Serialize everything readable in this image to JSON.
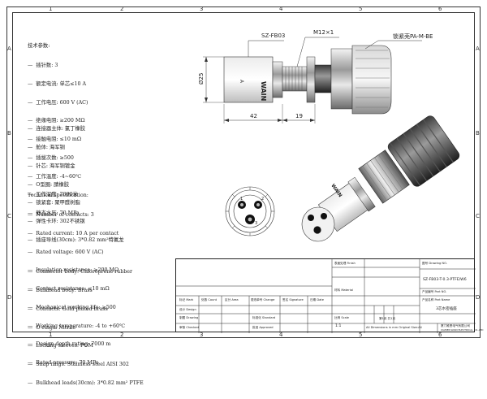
{
  "zones": {
    "top": [
      "1",
      "2",
      "3",
      "4",
      "5",
      "6"
    ],
    "bottom": [
      "1",
      "2",
      "3",
      "4",
      "5",
      "6"
    ],
    "left": [
      "A",
      "B",
      "C",
      "D"
    ],
    "right": [
      "A",
      "B",
      "C",
      "D"
    ]
  },
  "spec_cn": {
    "heading": "技术参数:",
    "lines": [
      "—  插针数: 3",
      "—  额定电流: 单芯≤10 A",
      "—  工作电压: 600 V (AC)",
      "—  绝缘电阻: ≥200 MΩ",
      "—  接触电阻: ≤10 mΩ",
      "—  插拔次数: ≥500",
      "—  工作温度: -4~60℃",
      "—  工作深度: 7000米",
      "—  静态水压: 70 MPa"
    ],
    "materials": [
      "—  连接器主体: 氯丁橡胶",
      "—  舱体: 海军铜",
      "—  针芯: 海军铜镀金",
      "—  O型圈: 腈橡胶",
      "—  锁紧套: 聚甲醛树脂",
      "—  弹性卡环: 302不锈钢",
      "—  插座导线(30cm): 3*0.82 mm²特氟龙"
    ]
  },
  "spec_en": {
    "heading": "Technical specification:",
    "lines": [
      "—  Number of contacts: 3",
      "—  Rated current: 10 A per contact",
      "—  Rated voltage: 600 V (AC)",
      "—  Insulation resistance: ≥200 MΩ",
      "—  Contact resistance: ≤10 mΩ",
      "—  Mechanical working life: ≥500",
      "—  Working temperature: -4 to +60℃",
      "—  Design depth rating: 7000 m",
      "—  Rated pressure: 70 MPa"
    ],
    "materials": [
      "—  Connector body: Chloroprene rubber",
      "—  Bulkhead body: Brass",
      "—  Contacts: Gold plated brass",
      "—  O-rings: Nitrile",
      "—  Locking sleeves: POM",
      "—  Snap rings: Stainless steel AISI 302",
      "—  Bulkhead leads(30cm): 3*0.82 mm² PTFE"
    ]
  },
  "callouts": {
    "model": "SZ-FB03",
    "thread": "M12×1",
    "lock_sleeve": "锁紧壳PA-M-BE"
  },
  "dimensions": {
    "diameter": "Ø25",
    "length_a": "42",
    "length_b": "19"
  },
  "brand": "WAIN",
  "pin_marks": {
    "mark_a": "A",
    "pin1": "1",
    "pin2": "2",
    "pin3": "3"
  },
  "title_block": {
    "col_headers": {
      "zone": "区分 Area",
      "change": "更改单号 Change",
      "sign": "签名 Signature",
      "date": "日期 Date",
      "marks": "标记 Mark",
      "count": "处数 Count"
    },
    "roles": {
      "design": "设计 Design",
      "draw": "制图 Drawing",
      "check": "审核 Checked",
      "approve": "批准 Approved",
      "standard": "标准化 Standard"
    },
    "fields": {
      "drawing_no_label": "图号 Drawing NO.",
      "drawing_no": "SZ-FB03-T-0.3-PTFE/W6",
      "finish_label": "表面处理 Finish",
      "material_label": "材料 Material",
      "part_name_label": "产品名称 Part Name",
      "part_no_label": "产品编号 Part NO.",
      "part_name": "3芯水密插座",
      "scale_label": "比例 Scale",
      "scale": "1:1",
      "sheet_label": "第1页 共1页",
      "general_note": "All Dimensions in mm  Original Size:A4",
      "company": "厦门唯恩电气有限公司",
      "company_en": "XIAMEN WAIN ELECTRICAL CO.,LTD"
    }
  }
}
